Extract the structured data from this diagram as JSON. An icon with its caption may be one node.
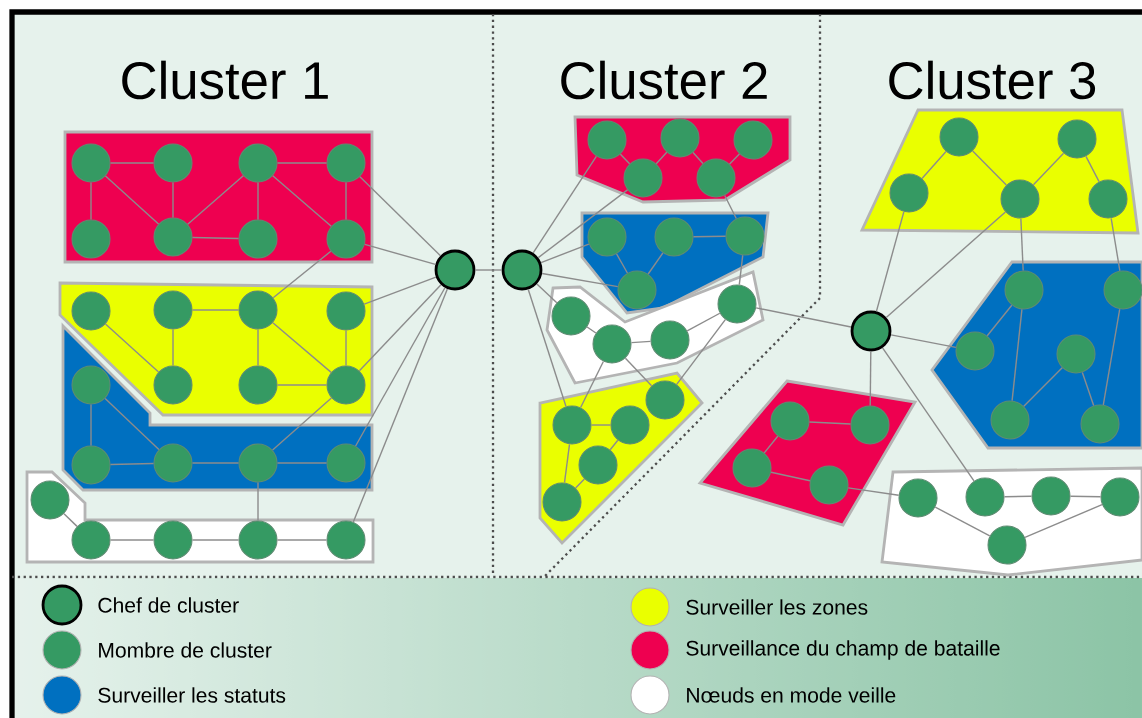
{
  "diagram": {
    "nodes": [
      {
        "text": [],
        "shape": "box"
      },
      {
        "text": [],
        "shape": "circle",
        "in": 0
      },
      {
        "text": [],
        "shape": "circle",
        "in": 0
      },
      {
        "text": [],
        "shape": "circle",
        "in": 0
      },
      {
        "text": [],
        "shape": "circle",
        "in": 0
      },
      {
        "text": [],
        "shape": "circle",
        "in": 0
      },
      {
        "text": [],
        "shape": "circle",
        "in": 0
      },
      {
        "text": [],
        "shape": "circle",
        "in": 0
      },
      {
        "text": [],
        "shape": "circle",
        "in": 0
      },
      {
        "text": [],
        "shape": "polygon"
      },
      {
        "text": [],
        "shape": "circle",
        "in": 9
      },
      {
        "text": [],
        "shape": "circle",
        "in": 9
      },
      {
        "text": [],
        "shape": "circle",
        "in": 9
      },
      {
        "text": [],
        "shape": "circle",
        "in": 9
      },
      {
        "text": [],
        "shape": "circle",
        "in": 9
      },
      {
        "text": [],
        "shape": "circle",
        "in": 9
      },
      {
        "text": [],
        "shape": "circle",
        "in": 9
      },
      {
        "text": [],
        "shape": "polygon"
      },
      {
        "text": [],
        "shape": "circle",
        "in": 17
      },
      {
        "text": [],
        "shape": "circle",
        "in": 17
      },
      {
        "text": [],
        "shape": "circle",
        "in": 17
      },
      {
        "text": [],
        "shape": "circle",
        "in": 17
      },
      {
        "text": [],
        "shape": "circle",
        "in": 17
      },
      {
        "text": [],
        "shape": "polygon"
      },
      {
        "text": [],
        "shape": "circle",
        "in": 23
      },
      {
        "text": [],
        "shape": "circle",
        "in": 23
      },
      {
        "text": [],
        "shape": "circle",
        "in": 23
      },
      {
        "text": [],
        "shape": "circle",
        "in": 23
      },
      {
        "text": [],
        "shape": "circle",
        "in": 23
      },
      {
        "text": [],
        "shape": "circle"
      },
      {
        "text": [],
        "shape": "circle"
      },
      {
        "text": [],
        "shape": "polygon"
      },
      {
        "text": [],
        "shape": "circle",
        "in": 31
      },
      {
        "text": [],
        "shape": "circle",
        "in": 31
      },
      {
        "text": [],
        "shape": "circle",
        "in": 31
      },
      {
        "text": [],
        "shape": "circle",
        "in": 31
      },
      {
        "text": [],
        "shape": "circle",
        "in": 31
      },
      {
        "text": [],
        "shape": "polygon"
      },
      {
        "text": [],
        "shape": "circle",
        "in": 37
      },
      {
        "text": [],
        "shape": "circle",
        "in": 37
      },
      {
        "text": [],
        "shape": "circle",
        "in": 37
      },
      {
        "text": [],
        "shape": "circle",
        "in": 37
      },
      {
        "text": [],
        "shape": "polygon"
      },
      {
        "text": [],
        "shape": "circle",
        "in": 42
      },
      {
        "text": [],
        "shape": "circle",
        "in": 42
      },
      {
        "text": [],
        "shape": "circle",
        "in": 42
      },
      {
        "text": [],
        "shape": "circle",
        "in": 42
      },
      {
        "text": [],
        "shape": "polygon"
      },
      {
        "text": [],
        "shape": "circle",
        "in": 47
      },
      {
        "text": [],
        "shape": "circle",
        "in": 47
      },
      {
        "text": [],
        "shape": "circle",
        "in": 47
      },
      {
        "text": [],
        "shape": "circle",
        "in": 47
      },
      {
        "text": [],
        "shape": "circle",
        "in": 47
      },
      {
        "text": [],
        "shape": "circle"
      },
      {
        "text": [],
        "shape": "polygon"
      },
      {
        "text": [],
        "shape": "circle",
        "in": 54
      },
      {
        "text": [],
        "shape": "circle",
        "in": 54
      },
      {
        "text": [],
        "shape": "circle",
        "in": 54
      },
      {
        "text": [],
        "shape": "circle",
        "in": 54
      },
      {
        "text": [],
        "shape": "circle",
        "in": 54
      },
      {
        "text": [],
        "shape": "polygon"
      },
      {
        "text": [],
        "shape": "circle",
        "in": 60
      },
      {
        "text": [],
        "shape": "circle",
        "in": 60
      },
      {
        "text": [],
        "shape": "circle",
        "in": 60
      },
      {
        "text": [],
        "shape": "circle",
        "in": 60
      },
      {
        "text": [],
        "shape": "circle",
        "in": 60
      },
      {
        "text": [],
        "shape": "circle",
        "in": 60
      },
      {
        "text": [],
        "shape": "polygon"
      },
      {
        "text": [],
        "shape": "circle",
        "in": 67
      },
      {
        "text": [],
        "shape": "circle",
        "in": 67
      },
      {
        "text": [],
        "shape": "circle",
        "in": 67
      },
      {
        "text": [],
        "shape": "circle",
        "in": 67
      },
      {
        "text": [],
        "shape": "polygon"
      },
      {
        "text": [],
        "shape": "circle",
        "in": 72
      },
      {
        "text": [],
        "shape": "circle",
        "in": 72
      },
      {
        "text": [],
        "shape": "circle",
        "in": 72
      },
      {
        "text": [],
        "shape": "circle",
        "in": 72
      },
      {
        "text": [],
        "shape": "circle",
        "in": 72
      }
    ],
    "edges": [
      {
        "from": 1,
        "to": 5,
        "arrow": "none"
      },
      {
        "from": 1,
        "to": 2,
        "arrow": "none"
      },
      {
        "from": 2,
        "to": 6,
        "arrow": "none"
      },
      {
        "from": 1,
        "to": 6,
        "arrow": "none"
      },
      {
        "from": 6,
        "to": 3,
        "arrow": "none"
      },
      {
        "from": 6,
        "to": 7,
        "arrow": "none"
      },
      {
        "from": 7,
        "to": 3,
        "arrow": "none"
      },
      {
        "from": 3,
        "to": 4,
        "arrow": "none"
      },
      {
        "from": 3,
        "to": 8,
        "arrow": "none"
      },
      {
        "from": 4,
        "to": 8,
        "arrow": "none"
      },
      {
        "from": 4,
        "to": 29,
        "arrow": "none"
      },
      {
        "from": 8,
        "to": 29,
        "arrow": "none"
      },
      {
        "from": 8,
        "to": 12,
        "arrow": "none"
      },
      {
        "from": 10,
        "to": 14,
        "arrow": "none"
      },
      {
        "from": 11,
        "to": 14,
        "arrow": "none"
      },
      {
        "from": 11,
        "to": 12,
        "arrow": "none"
      },
      {
        "from": 12,
        "to": 15,
        "arrow": "none"
      },
      {
        "from": 15,
        "to": 16,
        "arrow": "none"
      },
      {
        "from": 12,
        "to": 16,
        "arrow": "none"
      },
      {
        "from": 13,
        "to": 16,
        "arrow": "none"
      },
      {
        "from": 13,
        "to": 29,
        "arrow": "none"
      },
      {
        "from": 16,
        "to": 29,
        "arrow": "none"
      },
      {
        "from": 16,
        "to": 21,
        "arrow": "none"
      },
      {
        "from": 18,
        "to": 19,
        "arrow": "none"
      },
      {
        "from": 18,
        "to": 20,
        "arrow": "none"
      },
      {
        "from": 19,
        "to": 20,
        "arrow": "none"
      },
      {
        "from": 20,
        "to": 21,
        "arrow": "none"
      },
      {
        "from": 21,
        "to": 22,
        "arrow": "none"
      },
      {
        "from": 22,
        "to": 29,
        "arrow": "none"
      },
      {
        "from": 21,
        "to": 27,
        "arrow": "none"
      },
      {
        "from": 24,
        "to": 25,
        "arrow": "none"
      },
      {
        "from": 25,
        "to": 26,
        "arrow": "none"
      },
      {
        "from": 26,
        "to": 27,
        "arrow": "none"
      },
      {
        "from": 27,
        "to": 28,
        "arrow": "none"
      },
      {
        "from": 28,
        "to": 29,
        "arrow": "none"
      },
      {
        "from": 29,
        "to": 30,
        "arrow": "none"
      },
      {
        "from": 32,
        "to": 35,
        "arrow": "none"
      },
      {
        "from": 35,
        "to": 33,
        "arrow": "none"
      },
      {
        "from": 33,
        "to": 36,
        "arrow": "none"
      },
      {
        "from": 36,
        "to": 34,
        "arrow": "none"
      },
      {
        "from": 30,
        "to": 32,
        "arrow": "none"
      },
      {
        "from": 30,
        "to": 35,
        "arrow": "none"
      },
      {
        "from": 36,
        "to": 40,
        "arrow": "none"
      },
      {
        "from": 38,
        "to": 41,
        "arrow": "none"
      },
      {
        "from": 41,
        "to": 39,
        "arrow": "none"
      },
      {
        "from": 39,
        "to": 40,
        "arrow": "none"
      },
      {
        "from": 30,
        "to": 38,
        "arrow": "none"
      },
      {
        "from": 30,
        "to": 41,
        "arrow": "none"
      },
      {
        "from": 43,
        "to": 44,
        "arrow": "none"
      },
      {
        "from": 44,
        "to": 45,
        "arrow": "none"
      },
      {
        "from": 45,
        "to": 46,
        "arrow": "none"
      },
      {
        "from": 30,
        "to": 43,
        "arrow": "none"
      },
      {
        "from": 40,
        "to": 46,
        "arrow": "none"
      },
      {
        "from": 46,
        "to": 53,
        "arrow": "none"
      },
      {
        "from": 46,
        "to": 48,
        "arrow": "none"
      },
      {
        "from": 44,
        "to": 49,
        "arrow": "none"
      },
      {
        "from": 44,
        "to": 48,
        "arrow": "none"
      },
      {
        "from": 30,
        "to": 49,
        "arrow": "none"
      },
      {
        "from": 49,
        "to": 50,
        "arrow": "none"
      },
      {
        "from": 50,
        "to": 51,
        "arrow": "none"
      },
      {
        "from": 51,
        "to": 52,
        "arrow": "none"
      },
      {
        "from": 49,
        "to": 52,
        "arrow": "none"
      },
      {
        "from": 57,
        "to": 55,
        "arrow": "none"
      },
      {
        "from": 55,
        "to": 58,
        "arrow": "none"
      },
      {
        "from": 58,
        "to": 56,
        "arrow": "none"
      },
      {
        "from": 56,
        "to": 59,
        "arrow": "none"
      },
      {
        "from": 57,
        "to": 53,
        "arrow": "none"
      },
      {
        "from": 58,
        "to": 53,
        "arrow": "none"
      },
      {
        "from": 58,
        "to": 61,
        "arrow": "none"
      },
      {
        "from": 59,
        "to": 62,
        "arrow": "none"
      },
      {
        "from": 61,
        "to": 63,
        "arrow": "none"
      },
      {
        "from": 61,
        "to": 65,
        "arrow": "none"
      },
      {
        "from": 64,
        "to": 65,
        "arrow": "none"
      },
      {
        "from": 64,
        "to": 66,
        "arrow": "none"
      },
      {
        "from": 62,
        "to": 66,
        "arrow": "none"
      },
      {
        "from": 53,
        "to": 63,
        "arrow": "none"
      },
      {
        "from": 68,
        "to": 69,
        "arrow": "none"
      },
      {
        "from": 68,
        "to": 70,
        "arrow": "none"
      },
      {
        "from": 70,
        "to": 71,
        "arrow": "none"
      },
      {
        "from": 53,
        "to": 69,
        "arrow": "none"
      },
      {
        "from": 71,
        "to": 73,
        "arrow": "none"
      },
      {
        "from": 73,
        "to": 77,
        "arrow": "none"
      },
      {
        "from": 77,
        "to": 76,
        "arrow": "none"
      },
      {
        "from": 74,
        "to": 75,
        "arrow": "none"
      },
      {
        "from": 75,
        "to": 76,
        "arrow": "none"
      },
      {
        "from": 53,
        "to": 74,
        "arrow": "none"
      }
    ],
    "labels": [
      "Cluster 1",
      "Cluster 2",
      "Cluster 3"
    ],
    "legend": [
      {
        "text": "Chef de cluster"
      },
      {
        "text": "Mombre de cluster",
        "color": "#359a63"
      },
      {
        "text": "Surveiller les statuts",
        "color": "#0070c0"
      },
      {
        "text": "Surveiller les zones",
        "color": "#eaff00"
      },
      {
        "text": "Surveillance du champ de bataille",
        "color": "#ee0050"
      },
      {
        "text": "Nœuds en mode veille",
        "color": "#ffffff"
      }
    ]
  }
}
